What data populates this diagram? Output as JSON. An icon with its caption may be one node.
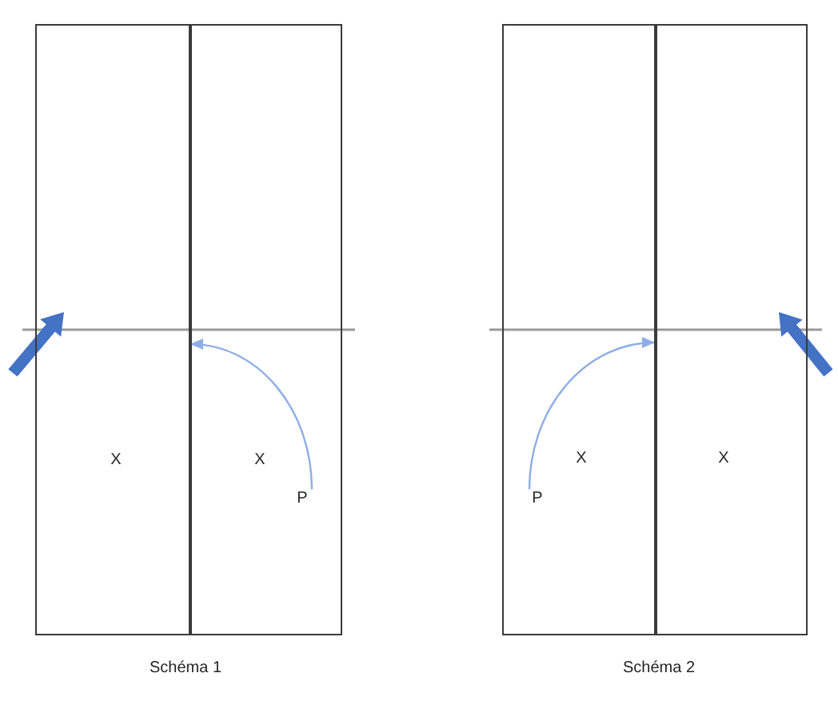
{
  "diagram": {
    "nodes": [
      {
        "text": [
          "X"
        ]
      },
      {
        "text": [
          "X"
        ]
      },
      {
        "text": [
          "P"
        ],
        "in": 1
      },
      {
        "text": [
          "X"
        ]
      },
      {
        "text": [
          "P"
        ],
        "in": 3
      },
      {
        "text": [
          "X"
        ]
      }
    ],
    "edges": [
      {
        "from": 2,
        "to": 0,
        "arrow": "to"
      },
      {
        "from": 4,
        "to": 5,
        "arrow": "to"
      }
    ],
    "labels": [
      "Schéma 1",
      "Schéma 2"
    ]
  }
}
